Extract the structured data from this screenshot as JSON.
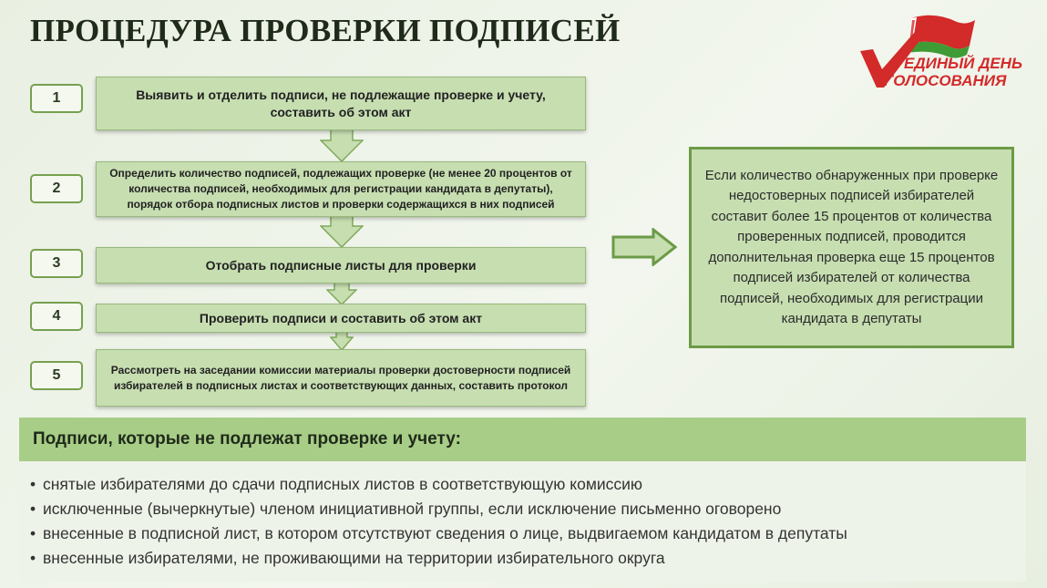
{
  "title": "ПРОЦЕДУРА ПРОВЕРКИ ПОДПИСЕЙ",
  "logo": {
    "line1": "ЕДИНЫЙ ДЕНЬ",
    "line2": "ГОЛОСОВАНИЯ"
  },
  "steps": [
    {
      "number": "1",
      "text": "Выявить и отделить подписи, не подлежащие проверке и учету, составить об этом акт"
    },
    {
      "number": "2",
      "text": "Определить количество подписей, подлежащих проверке (не менее 20 процентов от количества подписей, необходимых для регистрации кандидата в депутаты), порядок отбора подписных листов и проверки содержащихся в них подписей"
    },
    {
      "number": "3",
      "text": "Отобрать подписные листы для проверки"
    },
    {
      "number": "4",
      "text": "Проверить подписи и составить об этом акт"
    },
    {
      "number": "5",
      "text": "Рассмотреть на заседании комиссии материалы проверки достоверности подписей избирателей в подписных листах и соответствующих данных, составить протокол"
    }
  ],
  "side_note": "Если количество обнаруженных при проверке недостоверных подписей избирателей составит более 15 процентов от количества проверенных подписей, проводится дополнительная проверка еще 15 процентов подписей избирателей от количества подписей, необходимых для регистрации кандидата в депутаты",
  "panel": {
    "heading": "Подписи, которые не подлежат проверке и учету:",
    "items": [
      "снятые избирателями до сдачи подписных листов в соответствующую комиссию",
      "исключенные (вычеркнутые) членом инициативной группы, если исключение письменно оговорено",
      "внесенные в подписной лист, в котором отсутствуют сведения о лице, выдвигаемом кандидатом в депутаты",
      "внесенные избирателями, не проживающими на территории избирательного округа"
    ]
  },
  "colors": {
    "step_fill": "#c7deb1",
    "border_green": "#76a04f",
    "panel_head": "#a8cd87",
    "flag_red": "#d32a2a",
    "flag_green": "#3f9b35"
  }
}
